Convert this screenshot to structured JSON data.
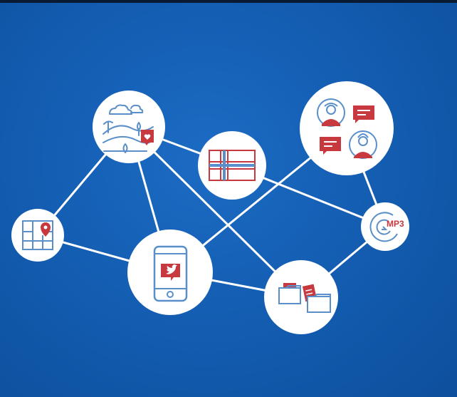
{
  "diagram": {
    "colors": {
      "background": "#145eb3",
      "node_fill": "#ffffff",
      "edge": "#ffffff",
      "icon_blue": "#5b8fc9",
      "icon_red": "#c8383f"
    },
    "nodes": [
      {
        "id": "landscape",
        "icon": "landscape-heart-icon"
      },
      {
        "id": "flag",
        "icon": "norway-flag-icon"
      },
      {
        "id": "chat-people",
        "icon": "people-chat-icon"
      },
      {
        "id": "map",
        "icon": "map-pin-icon"
      },
      {
        "id": "phone",
        "icon": "phone-twitter-icon"
      },
      {
        "id": "mp3",
        "icon": "mp3-audio-icon",
        "label": "MP3"
      },
      {
        "id": "documents",
        "icon": "folders-documents-icon"
      }
    ],
    "edges": [
      [
        "landscape",
        "flag"
      ],
      [
        "landscape",
        "map"
      ],
      [
        "landscape",
        "phone"
      ],
      [
        "landscape",
        "documents"
      ],
      [
        "flag",
        "mp3"
      ],
      [
        "chat-people",
        "phone"
      ],
      [
        "chat-people",
        "mp3"
      ],
      [
        "map",
        "phone"
      ],
      [
        "phone",
        "documents"
      ],
      [
        "documents",
        "mp3"
      ]
    ]
  }
}
